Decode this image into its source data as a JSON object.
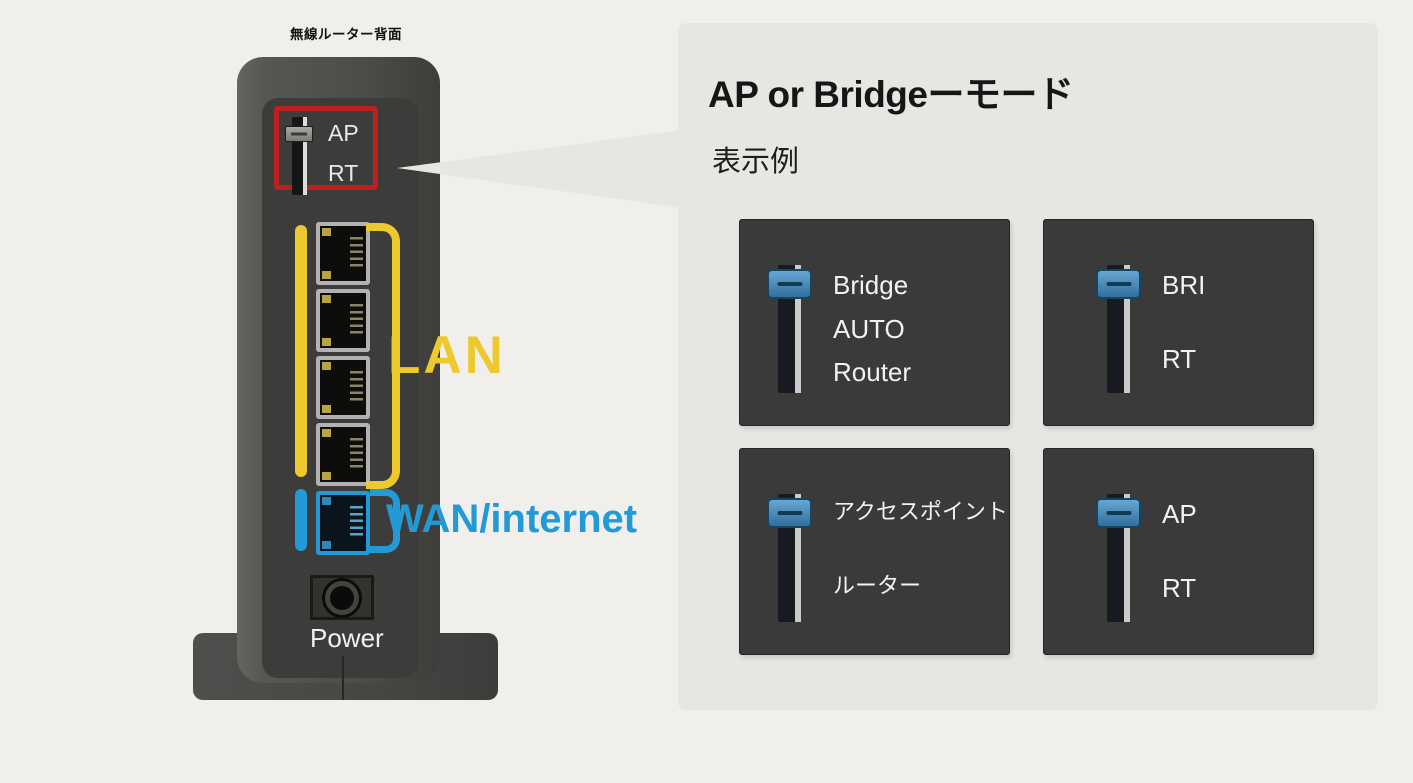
{
  "router": {
    "caption": "無線ルーター背面",
    "mode_switch": {
      "top_label": "AP",
      "bottom_label": "RT"
    },
    "lan_label": "LAN",
    "wan_label": "WAN/internet",
    "power_label": "Power",
    "colors": {
      "lan_accent": "#eec82f",
      "wan_accent": "#2399d6",
      "highlight_box": "#bf201f"
    }
  },
  "info_panel": {
    "title": "AP or Bridgeーモード",
    "subtitle": "表示例",
    "panel_bg": "#e6e6e3",
    "knob_color": "#3e8ec8",
    "tiles": [
      {
        "labels": [
          "Bridge",
          "AUTO",
          "Router"
        ]
      },
      {
        "labels": [
          "BRI",
          "RT"
        ]
      },
      {
        "labels": [
          "アクセスポイント",
          "ルーター"
        ]
      },
      {
        "labels": [
          "AP",
          "RT"
        ]
      }
    ]
  }
}
